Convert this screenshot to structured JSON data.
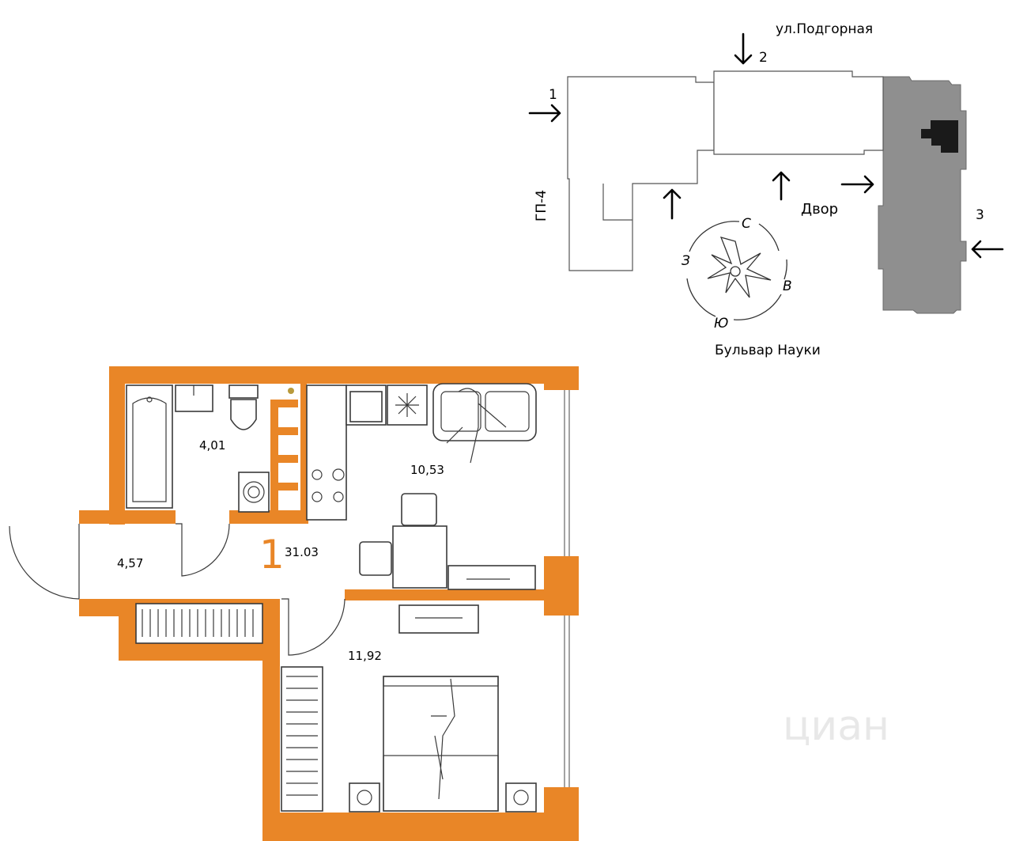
{
  "site_plan": {
    "street_top": "ул.Подгорная",
    "street_bottom": "Бульвар Науки",
    "building_label": "ГП-4",
    "yard_label": "Двор",
    "entrance_labels": [
      "1",
      "2",
      "3"
    ],
    "compass": {
      "north": "С",
      "west": "З",
      "east": "В",
      "south": "Ю"
    },
    "colors": {
      "neighbor_building": "#8f8f8f",
      "highlight_block": "#1a1a1a"
    }
  },
  "apartment": {
    "rooms_label": "1",
    "total_area": "31.03",
    "rooms": {
      "bathroom": "4,01",
      "hallway": "4,57",
      "kitchen_living": "10,53",
      "bedroom": "11,92"
    },
    "colors": {
      "wall": "#e98627",
      "rooms_label": "#e98627",
      "marker": "#b89a3c"
    }
  },
  "watermark": {
    "text": "циан"
  }
}
